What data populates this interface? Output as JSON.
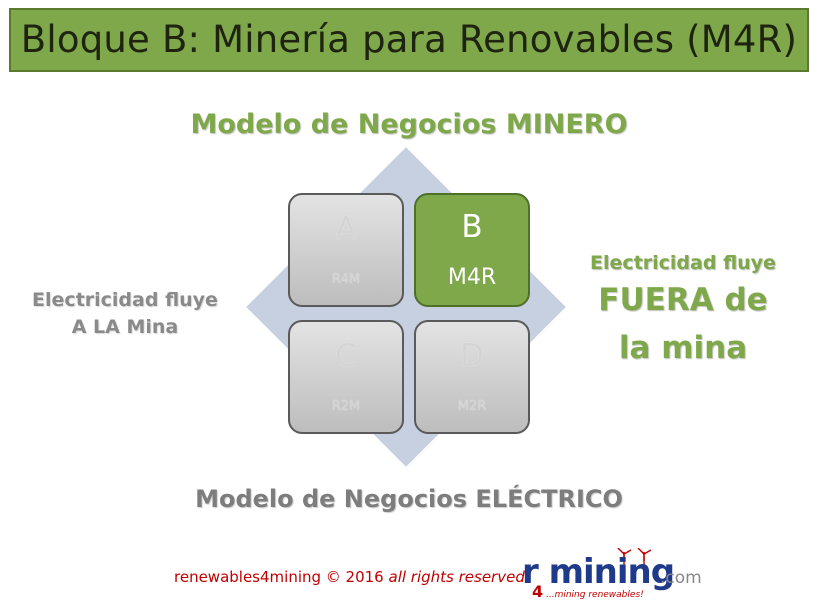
{
  "title": "Bloque B: Minería para Renovables (M4R)",
  "top_label": "Modelo de Negocios MINERO",
  "bottom_label": "Modelo de Negocios ELÉCTRICO",
  "left_label": {
    "line1": "Electricidad fluye",
    "line2": "A LA Mina"
  },
  "right_label": {
    "line1": "Electricidad fluye",
    "line2": "FUERA de",
    "line3": "la mina"
  },
  "quadrants": [
    {
      "letter": "A",
      "code": "R4M"
    },
    {
      "letter": "B",
      "code": "M4R"
    },
    {
      "letter": "C",
      "code": "R2M"
    },
    {
      "letter": "D",
      "code": "M2R"
    }
  ],
  "footer": {
    "text": "renewables4mining © 2016 ",
    "italic": "all rights reserved"
  },
  "logo": {
    "word": "r mining",
    "four": "4",
    "dotcom": ".com",
    "tagline": "...mining renewables!"
  },
  "colors": {
    "green": "#7ea84a",
    "gray_text": "#7d7d7d",
    "diamond": "#c7d0e0",
    "footer_red": "#c00000"
  }
}
